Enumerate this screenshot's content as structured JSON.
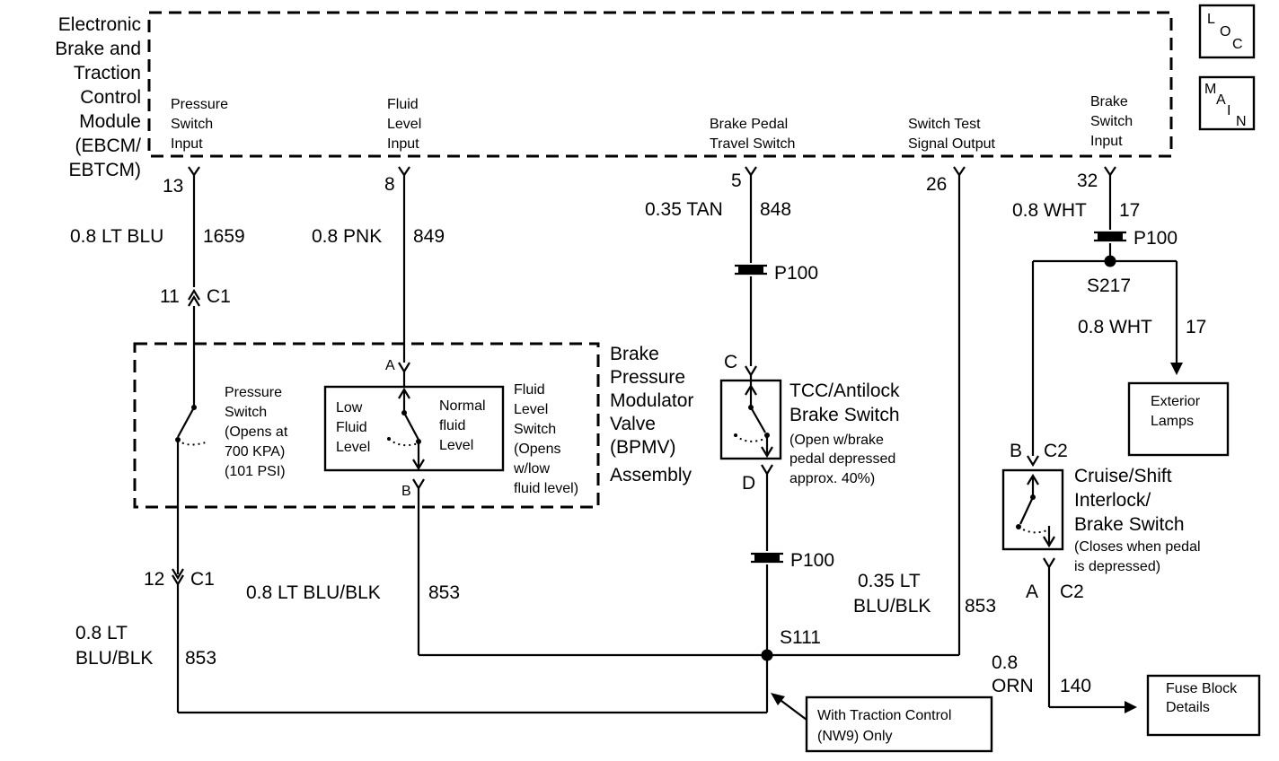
{
  "module": {
    "name_lines": [
      "Electronic",
      "Brake and",
      "Traction",
      "Control",
      "Module",
      "(EBCM/",
      "EBTCM)"
    ],
    "pins": {
      "pressure_input": [
        "Pressure",
        "Switch",
        "Input"
      ],
      "fluid_input": [
        "Fluid",
        "Level",
        "Input"
      ],
      "pedal_travel": [
        "Brake Pedal",
        "Travel Switch"
      ],
      "switch_test": [
        "Switch Test",
        "Signal Output"
      ],
      "brake_input": [
        "Brake",
        "Switch",
        "Input"
      ]
    },
    "pin_numbers": {
      "p13": "13",
      "p8": "8",
      "p5": "5",
      "p26": "26",
      "p32": "32"
    }
  },
  "badges": {
    "loc": [
      "L",
      "O",
      "C"
    ],
    "main": [
      "M",
      "A",
      "I",
      "N"
    ]
  },
  "wires": {
    "w1659": {
      "gauge": "0.8 LT BLU",
      "circuit": "1659"
    },
    "w849": {
      "gauge": "0.8 PNK",
      "circuit": "849"
    },
    "w848": {
      "gauge": "0.35 TAN",
      "circuit": "848"
    },
    "w17a": {
      "gauge": "0.8 WHT",
      "circuit": "17"
    },
    "w17b": {
      "gauge": "0.8 WHT",
      "circuit": "17"
    },
    "w853_left": {
      "gauge_lines": [
        "0.8 LT",
        "BLU/BLK"
      ],
      "circuit": "853"
    },
    "w853_mid": {
      "gauge": "0.8 LT BLU/BLK",
      "circuit": "853"
    },
    "w853_right": {
      "gauge_lines": [
        "0.35 LT",
        "BLU/BLK"
      ],
      "circuit": "853"
    },
    "w140": {
      "gauge_lines": [
        "0.8",
        "ORN"
      ],
      "circuit": "140"
    }
  },
  "connectors": {
    "c1_top": {
      "pin": "11",
      "name": "C1"
    },
    "c1_bot": {
      "pin": "12",
      "name": "C1"
    },
    "p100_a": "P100",
    "p100_b": "P100",
    "p100_c": "P100",
    "s217": "S217",
    "s111": "S111",
    "pin_a": "A",
    "pin_b": "B",
    "pin_c": "C",
    "pin_d": "D",
    "c2_top": {
      "pin": "B",
      "name": "C2"
    },
    "c2_bot": {
      "pin": "A",
      "name": "C2"
    }
  },
  "bpmv": {
    "title_lines": [
      "Brake",
      "Pressure",
      "Modulator",
      "Valve",
      "(BPMV)",
      "Assembly"
    ],
    "pressure_switch": [
      "Pressure",
      "Switch",
      "(Opens at",
      "700 KPA)",
      "(101 PSI)"
    ],
    "low_fluid": [
      "Low",
      "Fluid",
      "Level"
    ],
    "normal_fluid": [
      "Normal",
      "fluid",
      "Level"
    ],
    "fluid_switch": [
      "Fluid",
      "Level",
      "Switch",
      "(Opens",
      "w/low",
      "fluid level)"
    ]
  },
  "tcc": {
    "title_lines": [
      "TCC/Antilock",
      "Brake Switch"
    ],
    "note_lines": [
      "(Open w/brake",
      "pedal depressed",
      "approx. 40%)"
    ]
  },
  "cruise": {
    "title_lines": [
      "Cruise/Shift",
      "Interlock/",
      "Brake Switch"
    ],
    "note_lines": [
      "(Closes when pedal",
      "is depressed)"
    ]
  },
  "boxes": {
    "exterior": [
      "Exterior",
      "Lamps"
    ],
    "fuse": [
      "Fuse Block",
      "Details"
    ],
    "traction_note": [
      "With Traction Control",
      "(NW9) Only"
    ]
  }
}
